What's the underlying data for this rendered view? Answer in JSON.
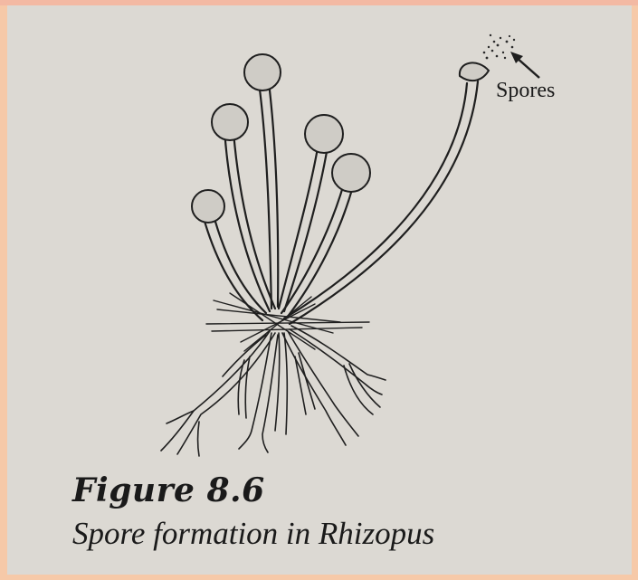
{
  "figure": {
    "number": "Figure 8.6",
    "caption": "Spore formation in Rhizopus"
  },
  "labels": {
    "spores": "Spores"
  },
  "colors": {
    "background": "#f6c9a8",
    "page": "#dcd9d3",
    "ink": "#1f1f1f"
  }
}
